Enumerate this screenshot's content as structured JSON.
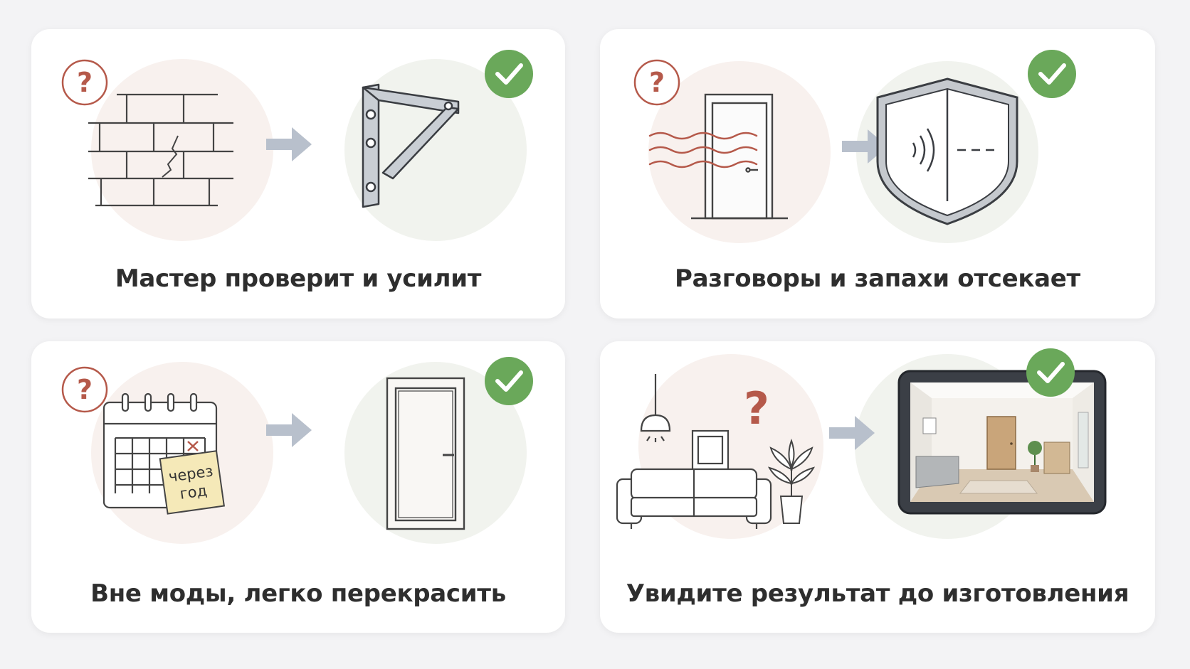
{
  "cards": [
    {
      "caption": "Мастер проверит и усилит"
    },
    {
      "caption": "Разговоры и запахи отсекает"
    },
    {
      "caption": "Вне моды, легко перекрасить",
      "note_line1": "через",
      "note_line2": "год"
    },
    {
      "caption": "Увидите результат до изготовления"
    }
  ],
  "glyphs": {
    "question": "?"
  },
  "colors": {
    "question_red": "#b5594a",
    "check_green": "#6aa85a",
    "arrow_gray": "#b8c0cc",
    "before_bg": "#f8f1ee",
    "after_bg": "#f1f3ee"
  }
}
